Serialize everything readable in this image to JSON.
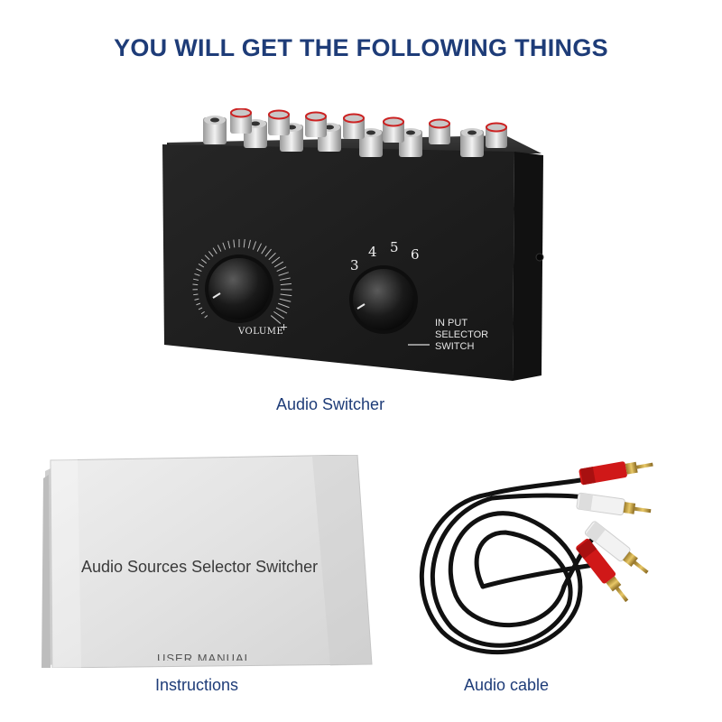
{
  "headline": "YOU WILL GET THE FOLLOWING THINGS",
  "items": {
    "switcher": {
      "caption": "Audio Switcher",
      "volume_label": "VOLUME",
      "volume_plus": "+",
      "selector_numbers": [
        "3",
        "4",
        "5",
        "6"
      ],
      "selector_lines": [
        "IN PUT",
        "SELECTOR",
        "SWITCH"
      ]
    },
    "manual": {
      "caption": "Instructions",
      "title": "Audio Sources Selector Switcher",
      "footer": "USER MANUAL"
    },
    "cable": {
      "caption": "Audio cable"
    }
  },
  "colors": {
    "headline": "#1e3c78",
    "caption": "#1e3c78",
    "rca_red": "#d01818",
    "rca_white": "#f2f2f2",
    "device_body": "#1c1c1c"
  }
}
